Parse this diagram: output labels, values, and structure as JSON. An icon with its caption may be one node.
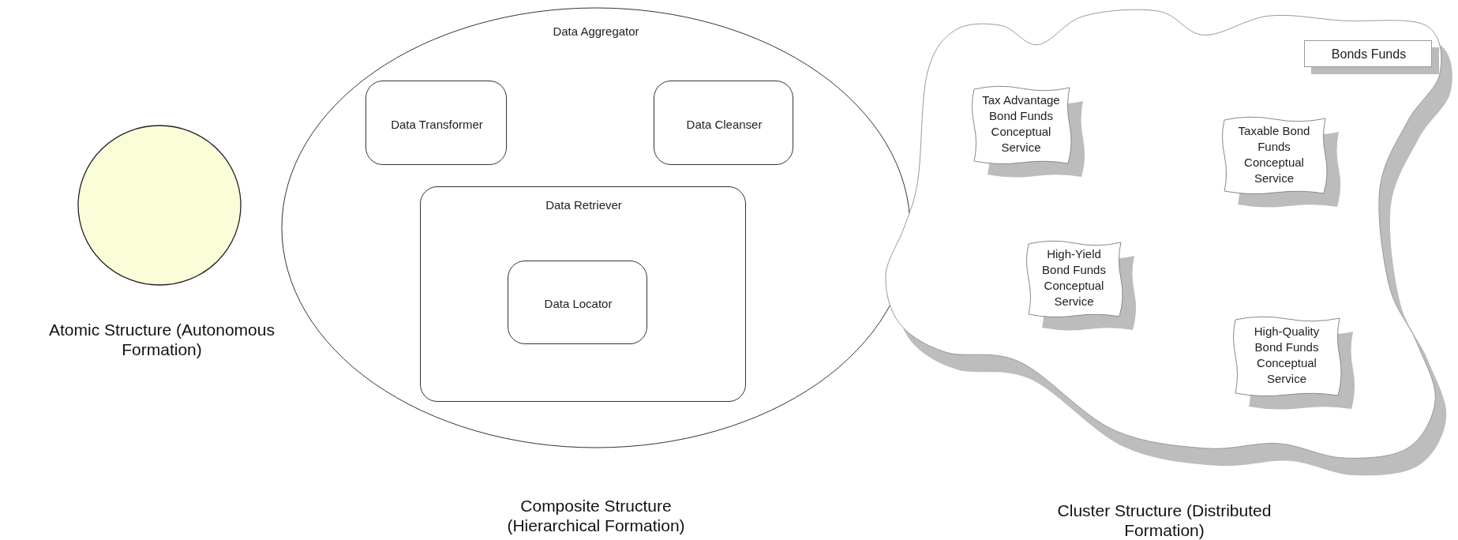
{
  "diagram": {
    "nodes": [
      {
        "text": [],
        "shape": "circle",
        "beside": [
          "Atomic Structure (Autonomous Formation)"
        ]
      },
      {
        "text": [
          "Data Aggregator"
        ],
        "beside": [
          "Composite Structure (Hierarchical Formation)"
        ]
      },
      {
        "text": [
          "Data Transformer"
        ],
        "in": 1
      },
      {
        "text": [
          "Data Cleanser"
        ],
        "in": 1
      },
      {
        "text": [
          "Data Retriever"
        ],
        "in": 1
      },
      {
        "text": [
          "Data Locator"
        ],
        "in": 4
      },
      {
        "text": [],
        "shape": "cloud",
        "beside": [
          "Cluster Structure (Distributed Formation)"
        ]
      },
      {
        "text": [
          "Bonds Funds"
        ],
        "in": 6
      },
      {
        "text": [
          "Tax Advantage Bond Funds Conceptual Service"
        ],
        "in": 6
      },
      {
        "text": [
          "Taxable Bond Funds Conceptual Service"
        ],
        "in": 6
      },
      {
        "text": [
          "High-Yield Bond Funds Conceptual Service"
        ],
        "in": 6
      },
      {
        "text": [
          "High-Quality Bond Funds Conceptual Service"
        ],
        "in": 6
      }
    ],
    "edges": []
  }
}
